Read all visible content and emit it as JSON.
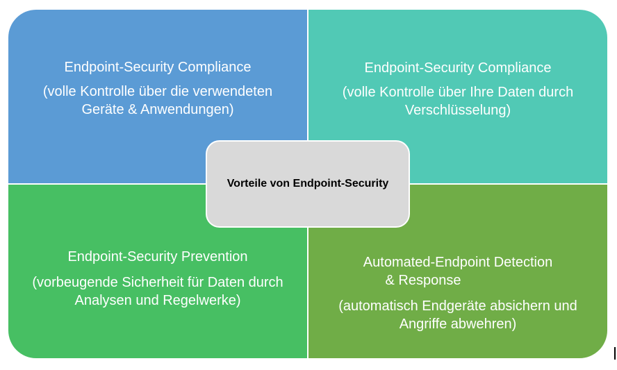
{
  "diagram": {
    "center": {
      "label": "Vorteile von Endpoint-Security"
    },
    "quadrants": [
      {
        "title": "Endpoint-Security Compliance",
        "desc_lines": [
          "(volle Kontrolle über die verwendeten",
          "Geräte & Anwendungen)"
        ],
        "color": "#5b9bd5"
      },
      {
        "title": "Endpoint-Security Compliance",
        "desc_lines": [
          "(volle Kontrolle über Ihre Daten durch",
          "Verschlüsselung)"
        ],
        "color": "#51c9b5"
      },
      {
        "title": "Endpoint-Security Prevention",
        "desc_lines": [
          "(vorbeugende Sicherheit für Daten durch",
          "Analysen und Regelwerke)"
        ],
        "color": "#47bf63"
      },
      {
        "title_lines": [
          "Automated-Endpoint Detection",
          "& Response"
        ],
        "desc_lines": [
          "(automatisch Endgeräte absichern und",
          "Angriffe abwehren)"
        ],
        "color": "#70ad47"
      }
    ],
    "center_color": "#d9d9d9"
  }
}
